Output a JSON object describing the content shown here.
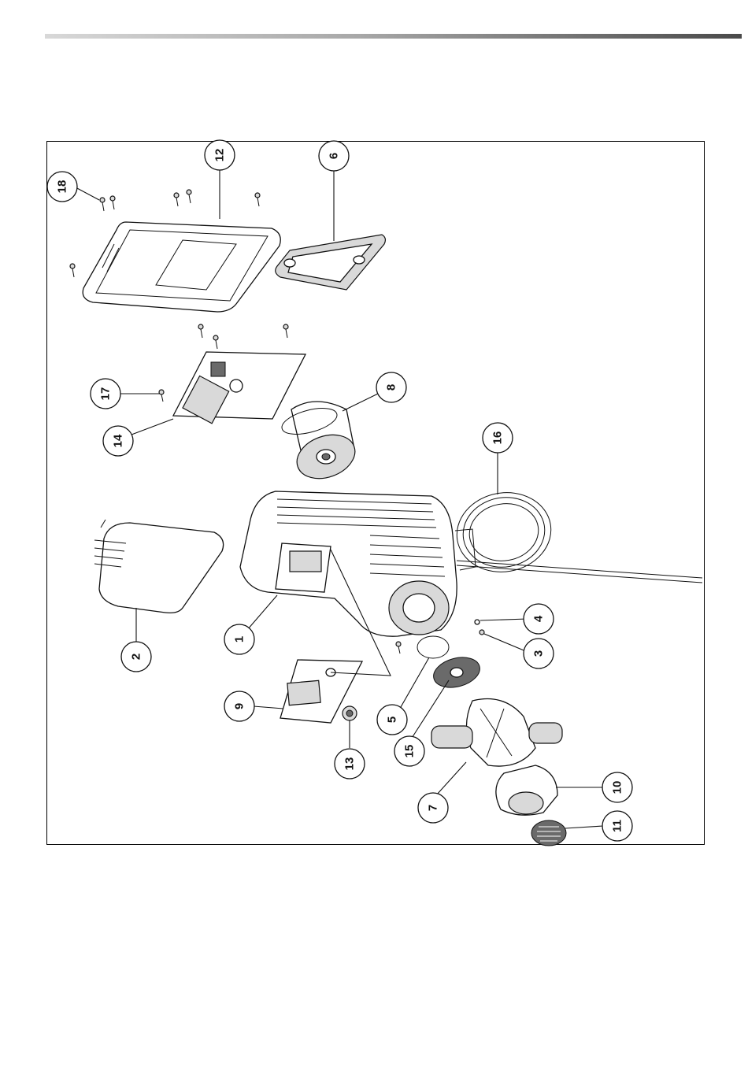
{
  "diagram": {
    "callouts": [
      {
        "id": "c1",
        "label": "1"
      },
      {
        "id": "c2",
        "label": "2"
      },
      {
        "id": "c3",
        "label": "3"
      },
      {
        "id": "c4",
        "label": "4"
      },
      {
        "id": "c5",
        "label": "5"
      },
      {
        "id": "c6",
        "label": "6"
      },
      {
        "id": "c7",
        "label": "7"
      },
      {
        "id": "c8",
        "label": "8"
      },
      {
        "id": "c9",
        "label": "9"
      },
      {
        "id": "c10",
        "label": "10"
      },
      {
        "id": "c11",
        "label": "11"
      },
      {
        "id": "c12",
        "label": "12"
      },
      {
        "id": "c13",
        "label": "13"
      },
      {
        "id": "c14",
        "label": "14"
      },
      {
        "id": "c15",
        "label": "15"
      },
      {
        "id": "c16",
        "label": "16"
      },
      {
        "id": "c17",
        "label": "17"
      },
      {
        "id": "c18",
        "label": "18"
      }
    ]
  },
  "colors": {
    "header_bar_dark": "#4a4a4a",
    "header_bar_light": "#d8d8d8",
    "line": "#111111"
  }
}
